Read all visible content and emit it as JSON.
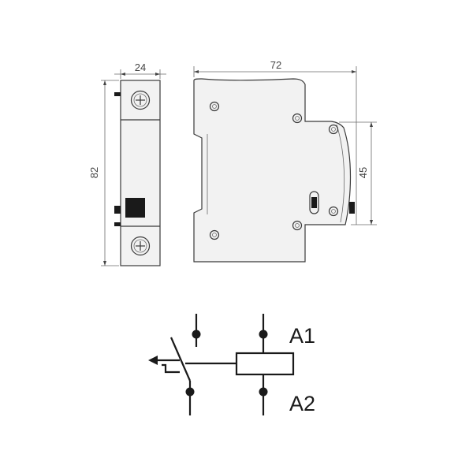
{
  "dimensions": {
    "width_side": "24",
    "height": "82",
    "width_front": "72",
    "depth": "45"
  },
  "terminals": {
    "a1": "A1",
    "a2": "A2"
  },
  "colors": {
    "line": "#3a3a3a",
    "fill": "#f2f2f2",
    "dark": "#1a1a1a"
  }
}
